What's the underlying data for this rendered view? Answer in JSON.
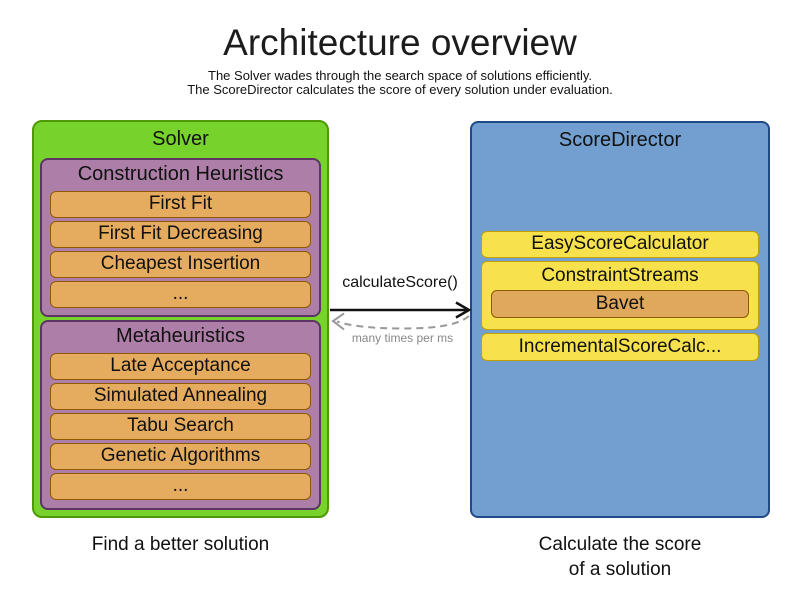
{
  "header": {
    "title": "Architecture overview",
    "subtitle_line1": "The Solver wades through the search space of solutions efficiently.",
    "subtitle_line2": "The ScoreDirector calculates the score of every solution under evaluation."
  },
  "solver": {
    "title": "Solver",
    "caption": "Find a better solution",
    "groups": [
      {
        "title": "Construction Heuristics",
        "items": [
          "First Fit",
          "First Fit Decreasing",
          "Cheapest Insertion",
          "..."
        ]
      },
      {
        "title": "Metaheuristics",
        "items": [
          "Late Acceptance",
          "Simulated Annealing",
          "Tabu Search",
          "Genetic Algorithms",
          "..."
        ]
      }
    ]
  },
  "score_director": {
    "title": "ScoreDirector",
    "caption_line1": "Calculate the score",
    "caption_line2": "of a solution",
    "calculators": {
      "easy": "EasyScoreCalculator",
      "constraint_streams": "ConstraintStreams",
      "constraint_streams_impl": "Bavet",
      "incremental": "IncrementalScoreCalc..."
    }
  },
  "interaction": {
    "call_label": "calculateScore()",
    "frequency_label": "many times per ms"
  },
  "colors": {
    "solver_green": "#77d22b",
    "solver_green_border": "#4e9a06",
    "group_purple": "#ad7fa8",
    "group_purple_border": "#5c3566",
    "item_orange": "#e5ab5e",
    "item_orange_border": "#8f5902",
    "director_blue": "#729fcf",
    "director_blue_border": "#204a87",
    "calculator_yellow": "#f7e14c",
    "calculator_yellow_border": "#c4a000",
    "arrow_black": "#111111",
    "arrow_dashed_gray": "#999999"
  }
}
